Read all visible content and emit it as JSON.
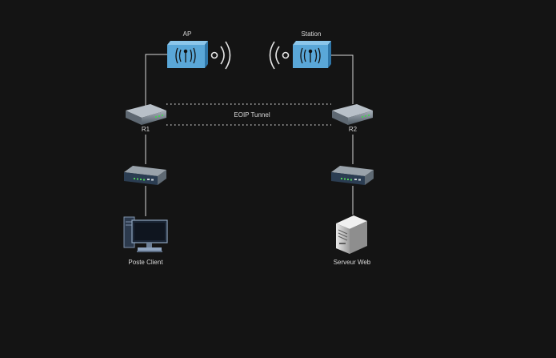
{
  "labels": {
    "ap": "AP",
    "station": "Station",
    "tunnel": "EOIP Tunnel",
    "r1": "R1",
    "r2": "R2",
    "client": "Poste Client",
    "server": "Serveur Web"
  },
  "colors": {
    "background": "#141414",
    "wireless_box": "#5aa7d8",
    "line": "#d9d9d9"
  },
  "icons": {
    "ap": "wireless-access-point-icon",
    "station": "wireless-station-icon",
    "router": "router-icon",
    "switch": "network-switch-icon",
    "client": "desktop-computer-icon",
    "server": "server-tower-icon"
  }
}
